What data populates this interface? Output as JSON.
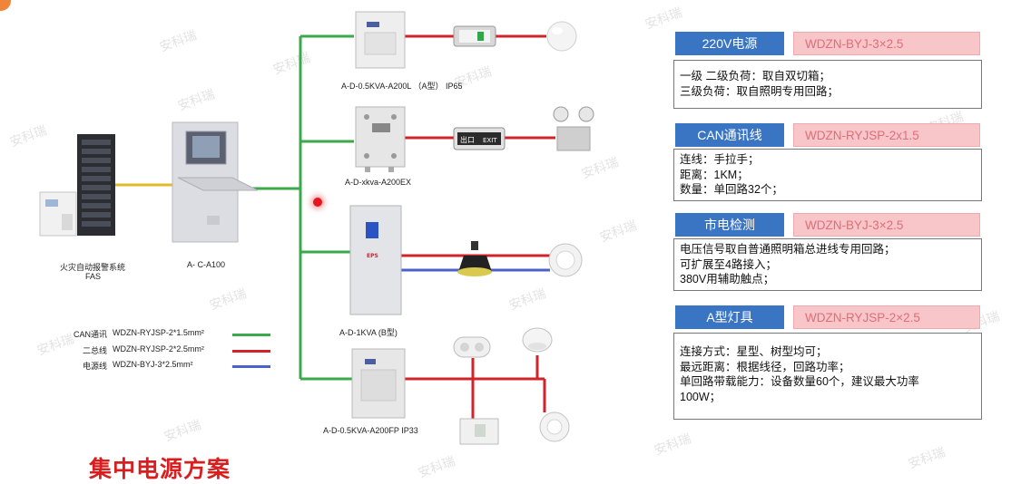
{
  "watermark": "安科瑞",
  "title": "集中电源方案",
  "fas": {
    "line1": "火灾自动报警系统",
    "line2": "FAS"
  },
  "host_label": "A- C-A100",
  "cabinets": [
    {
      "label": "A-D-0.5KVA-A200L  （A型）  IP65"
    },
    {
      "label": "A-D-xkva-A200EX"
    },
    {
      "label": "A-D-1KVA (B型)"
    },
    {
      "label": "A-D-0.5KVA-A200FP  IP33"
    }
  ],
  "device_text": {
    "eps": "EPS",
    "exit_sign_1": "出口",
    "exit_sign_2": "EXIT"
  },
  "legend": [
    {
      "name": "CAN通讯",
      "spec": "WDZN-RYJSP-2*1.5mm²",
      "color": "#3aa94a"
    },
    {
      "name": "二总线",
      "spec": "WDZN-RYJSP-2*2.5mm²",
      "color": "#d2232a"
    },
    {
      "name": "电源线",
      "spec": "WDZN-BYJ-3*2.5mm²",
      "color": "#4a62c9"
    }
  ],
  "colors": {
    "green": "#3aa94a",
    "red": "#d2232a",
    "blue": "#4a62c9",
    "header_blue": "#3a75c4",
    "spec_pink": "#f8c6c9",
    "spec_text": "#e06d78",
    "title_red": "#d81e1e"
  },
  "panels": [
    {
      "title": "220V电源",
      "spec": "WDZN-BYJ-3×2.5",
      "lines": [
        "一级 二级负荷：取自双切箱；",
        "三级负荷：取自照明专用回路；"
      ]
    },
    {
      "title": "CAN通讯线",
      "spec": "WDZN-RYJSP-2x1.5",
      "lines": [
        "连线：手拉手；",
        "距离：1KM；",
        "数量：单回路32个；"
      ]
    },
    {
      "title": "市电检测",
      "spec": "WDZN-BYJ-3×2.5",
      "lines": [
        "电压信号取自普通照明箱总进线专用回路；",
        "可扩展至4路接入；",
        "380V用辅助触点；"
      ]
    },
    {
      "title": "A型灯具",
      "spec": "WDZN-RYJSP-2×2.5",
      "lines": [
        "连接方式：星型、树型均可；",
        "最远距离：根据线径，回路功率；",
        "单回路带载能力：设备数量60个，建议最大功率",
        "100W；"
      ]
    }
  ]
}
